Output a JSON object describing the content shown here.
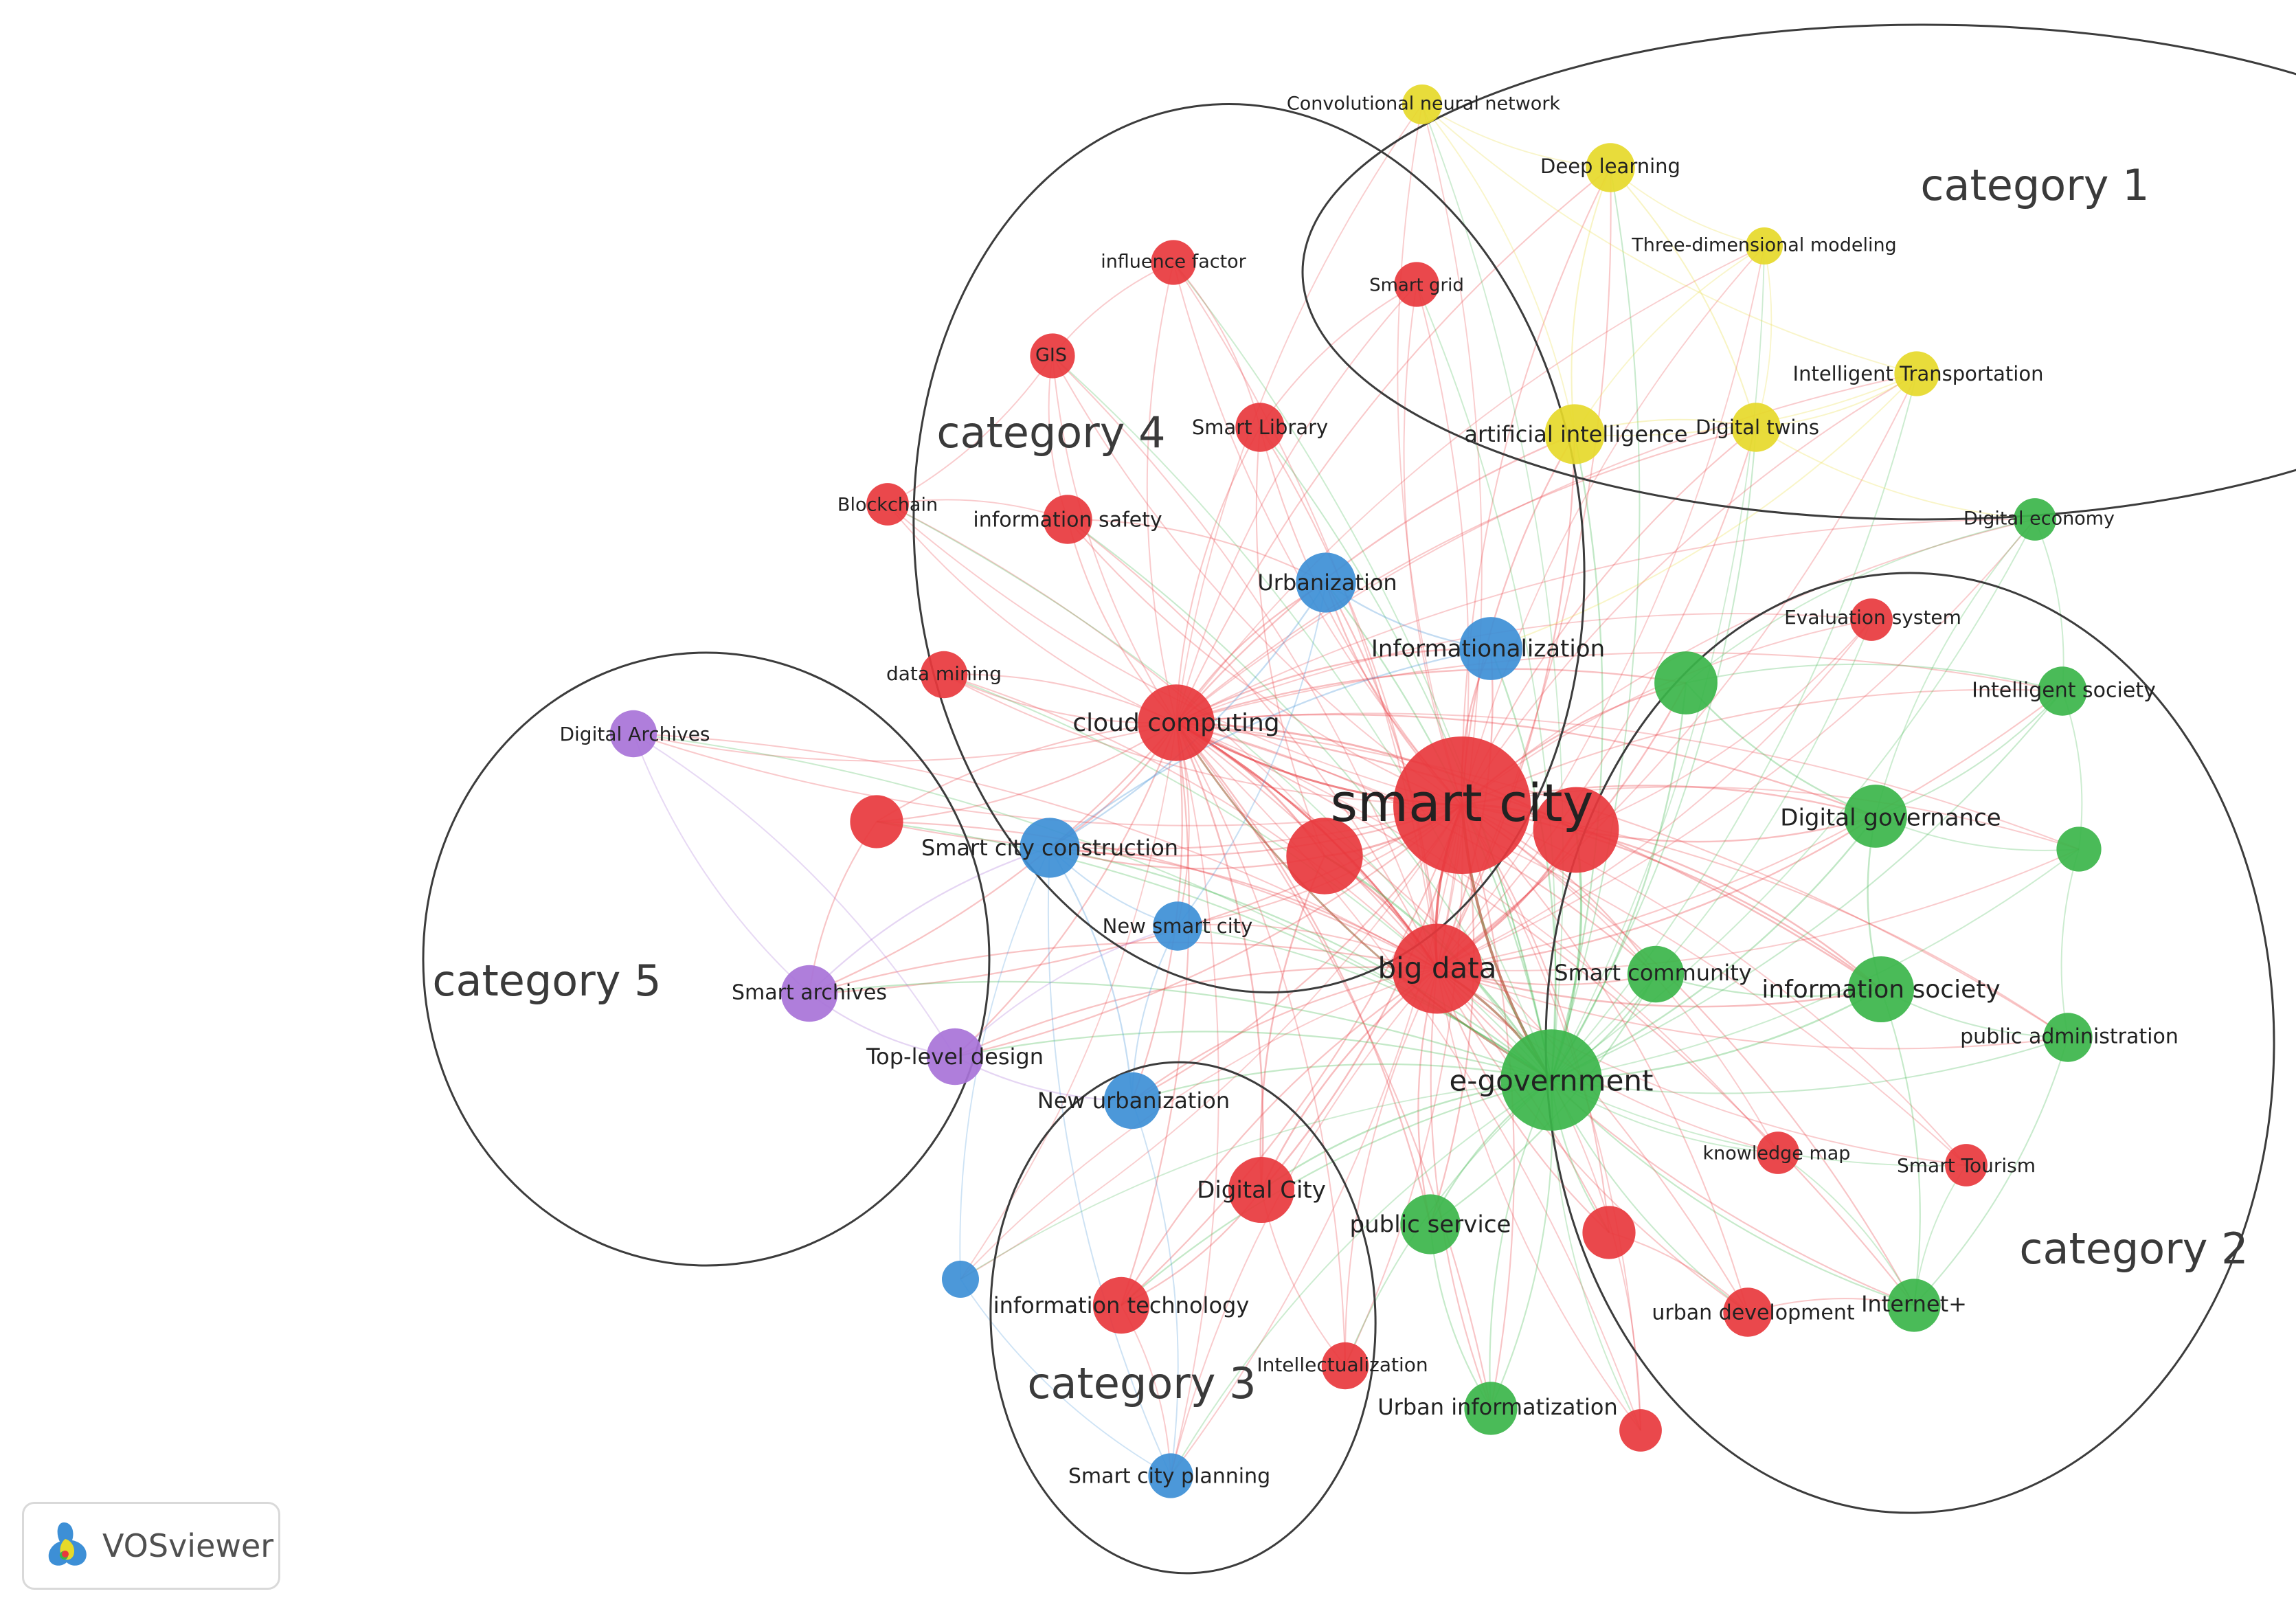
{
  "colors": {
    "cluster_red": "#e8383d",
    "cluster_green": "#3bb54a",
    "cluster_blue": "#3d8fd6",
    "cluster_yellow": "#e6d92a",
    "cluster_purple": "#a873d8",
    "ellipse_stroke": "#3c3c3c"
  },
  "categories": [
    {
      "id": "c1",
      "label": "category 1"
    },
    {
      "id": "c2",
      "label": "category 2"
    },
    {
      "id": "c3",
      "label": "category 3"
    },
    {
      "id": "c4",
      "label": "category 4"
    },
    {
      "id": "c5",
      "label": "category 5"
    }
  ],
  "nodes": [
    {
      "id": "n0",
      "label": "smart city",
      "cluster": "red",
      "weight": 100
    },
    {
      "id": "n1",
      "label": "big data",
      "cluster": "red",
      "weight": 40
    },
    {
      "id": "n2",
      "label": "cloud computing",
      "cluster": "red",
      "weight": 28
    },
    {
      "id": "n3",
      "label": "e-government",
      "cluster": "green",
      "weight": 52
    },
    {
      "id": "n4",
      "label": "information society",
      "cluster": "green",
      "weight": 20
    },
    {
      "id": "n5",
      "label": "Smart community",
      "cluster": "green",
      "weight": 14
    },
    {
      "id": "n6",
      "label": "public service",
      "cluster": "green",
      "weight": 16
    },
    {
      "id": "n7",
      "label": "Digital governance",
      "cluster": "green",
      "weight": 18
    },
    {
      "id": "n8",
      "label": "Intelligent society",
      "cluster": "green",
      "weight": 10
    },
    {
      "id": "n9",
      "label": "public administration",
      "cluster": "green",
      "weight": 10
    },
    {
      "id": "n10",
      "label": "Internet+",
      "cluster": "green",
      "weight": 12
    },
    {
      "id": "n11",
      "label": "Urban informatization",
      "cluster": "green",
      "weight": 12
    },
    {
      "id": "n12",
      "label": "Digital economy",
      "cluster": "green",
      "weight": 7
    },
    {
      "id": "n13",
      "label": "Urbanization",
      "cluster": "blue",
      "weight": 16
    },
    {
      "id": "n14",
      "label": "Informationalization",
      "cluster": "blue",
      "weight": 18
    },
    {
      "id": "n15",
      "label": "Smart city construction",
      "cluster": "blue",
      "weight": 16
    },
    {
      "id": "n16",
      "label": "New smart city",
      "cluster": "blue",
      "weight": 10
    },
    {
      "id": "n17",
      "label": "New urbanization",
      "cluster": "blue",
      "weight": 14
    },
    {
      "id": "n18",
      "label": "Smart city planning",
      "cluster": "blue",
      "weight": 8
    },
    {
      "id": "n19",
      "label": "artificial intelligence",
      "cluster": "yellow",
      "weight": 16
    },
    {
      "id": "n20",
      "label": "Digital twins",
      "cluster": "yellow",
      "weight": 10
    },
    {
      "id": "n21",
      "label": "Deep learning",
      "cluster": "yellow",
      "weight": 10
    },
    {
      "id": "n22",
      "label": "Convolutional neural network",
      "cluster": "yellow",
      "weight": 6
    },
    {
      "id": "n23",
      "label": "Three-dimensional modeling",
      "cluster": "yellow",
      "weight": 5
    },
    {
      "id": "n24",
      "label": "Intelligent Transportation",
      "cluster": "yellow",
      "weight": 8
    },
    {
      "id": "n25",
      "label": "Smart grid",
      "cluster": "red",
      "weight": 8
    },
    {
      "id": "n26",
      "label": "influence factor",
      "cluster": "red",
      "weight": 8
    },
    {
      "id": "n27",
      "label": "GIS",
      "cluster": "red",
      "weight": 8
    },
    {
      "id": "n28",
      "label": "Smart Library",
      "cluster": "red",
      "weight": 10
    },
    {
      "id": "n29",
      "label": "Blockchain",
      "cluster": "red",
      "weight": 7
    },
    {
      "id": "n30",
      "label": "information safety",
      "cluster": "red",
      "weight": 10
    },
    {
      "id": "n31",
      "label": "data mining",
      "cluster": "red",
      "weight": 9
    },
    {
      "id": "n32",
      "label": "Digital City",
      "cluster": "red",
      "weight": 20
    },
    {
      "id": "n33",
      "label": "information technology",
      "cluster": "red",
      "weight": 14
    },
    {
      "id": "n34",
      "label": "Intellectualization",
      "cluster": "red",
      "weight": 9
    },
    {
      "id": "n35",
      "label": "Evaluation system",
      "cluster": "red",
      "weight": 7
    },
    {
      "id": "n36",
      "label": "knowledge map",
      "cluster": "red",
      "weight": 7
    },
    {
      "id": "n37",
      "label": "Smart Tourism",
      "cluster": "red",
      "weight": 7
    },
    {
      "id": "n38",
      "label": "urban development",
      "cluster": "red",
      "weight": 10
    },
    {
      "id": "n39",
      "label": "Digital Archives",
      "cluster": "purple",
      "weight": 9
    },
    {
      "id": "n40",
      "label": "Smart archives",
      "cluster": "purple",
      "weight": 14
    },
    {
      "id": "n41",
      "label": "Top-level design",
      "cluster": "purple",
      "weight": 14
    },
    {
      "id": "n42",
      "label": "",
      "cluster": "red",
      "weight": 28
    },
    {
      "id": "n43",
      "label": "",
      "cluster": "red",
      "weight": 36
    },
    {
      "id": "n44",
      "label": "",
      "cluster": "green",
      "weight": 18
    },
    {
      "id": "n45",
      "label": "",
      "cluster": "green",
      "weight": 8
    },
    {
      "id": "n46",
      "label": "",
      "cluster": "red",
      "weight": 12
    },
    {
      "id": "n47",
      "label": "",
      "cluster": "red",
      "weight": 12
    },
    {
      "id": "n48",
      "label": "",
      "cluster": "red",
      "weight": 7
    },
    {
      "id": "n49",
      "label": "",
      "cluster": "blue",
      "weight": 5
    }
  ],
  "badge": {
    "text": "VOSviewer",
    "icon": "vosviewer-logo-icon"
  }
}
